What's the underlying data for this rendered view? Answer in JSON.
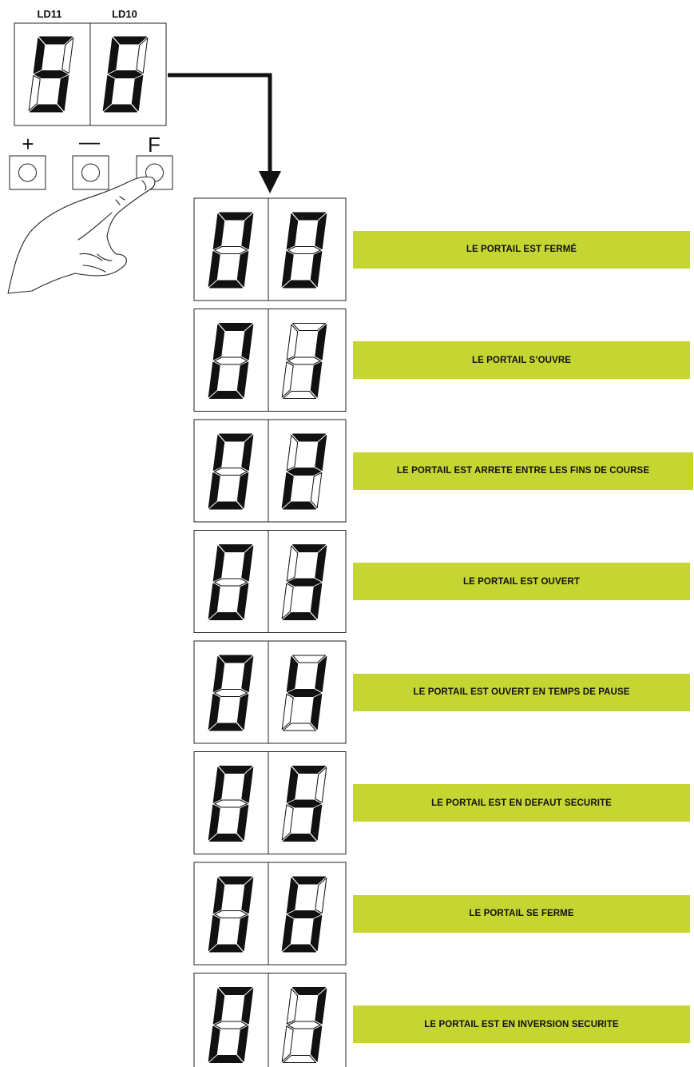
{
  "header_display": {
    "label_left": "LD11",
    "label_right": "LD10",
    "digits": [
      "5",
      "6"
    ]
  },
  "buttons": {
    "plus_symbol": "+",
    "minus_symbol": "—",
    "f_symbol": "F"
  },
  "states": [
    {
      "code": [
        "0",
        "0"
      ],
      "text": "LE PORTAIL EST FERMÉ"
    },
    {
      "code": [
        "0",
        "1"
      ],
      "text": "LE PORTAIL S’OUVRE"
    },
    {
      "code": [
        "0",
        "2"
      ],
      "text": "LE PORTAIL EST ARRETE ENTRE LES FINS DE COURSE"
    },
    {
      "code": [
        "0",
        "3"
      ],
      "text": "LE PORTAIL EST OUVERT"
    },
    {
      "code": [
        "0",
        "4"
      ],
      "text": "LE PORTAIL EST OUVERT EN TEMPS DE PAUSE"
    },
    {
      "code": [
        "0",
        "5"
      ],
      "text": "LE PORTAIL EST EN DEFAUT SECURITE"
    },
    {
      "code": [
        "0",
        "6"
      ],
      "text": "LE PORTAIL SE FERME"
    },
    {
      "code": [
        "0",
        "7"
      ],
      "text": "LE PORTAIL EST EN INVERSION SECURITE"
    }
  ],
  "colors": {
    "status_bar": "#c5d531",
    "segment_on": "#111111",
    "segment_off": "#ffffff"
  }
}
